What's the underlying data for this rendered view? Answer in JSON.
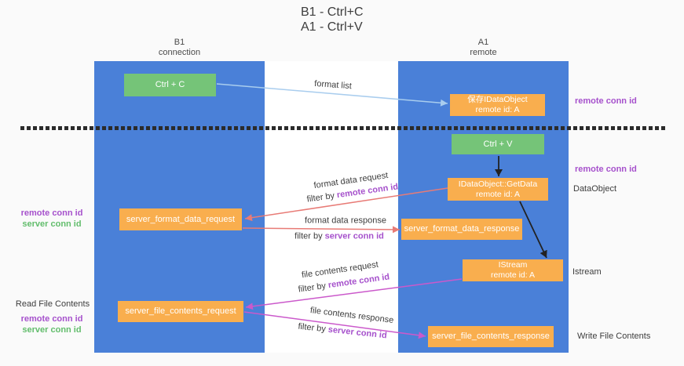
{
  "title": {
    "line1": "B1 - Ctrl+C",
    "line2": "A1 - Ctrl+V"
  },
  "lanes": {
    "left": {
      "title": "B1",
      "subtitle": "connection"
    },
    "right": {
      "title": "A1",
      "subtitle": "remote"
    }
  },
  "nodes": {
    "ctrl_c": {
      "label": "Ctrl + C"
    },
    "ctrl_v": {
      "label": "Ctrl + V"
    },
    "save_dataobject": {
      "line1": "保存IDataObject",
      "line2": "remote id: A"
    },
    "getdata": {
      "line1": "IDataObject::GetData",
      "line2": "remote id: A"
    },
    "istream": {
      "line1": "IStream",
      "line2": "remote id: A"
    },
    "format_request": {
      "label": "server_format_data_request"
    },
    "format_response": {
      "label": "server_format_data_response"
    },
    "file_request": {
      "label": "server_file_contents_request"
    },
    "file_response": {
      "label": "server_file_contents_response"
    }
  },
  "flow_labels": {
    "format_list": "format list",
    "format_data_request": "format data request",
    "format_data_response": "format data response",
    "file_contents_request": "file contents request",
    "file_contents_response": "file contents response",
    "filter_by": "filter by ",
    "remote_conn_id": "remote conn id",
    "server_conn_id": "server conn id"
  },
  "side_labels": {
    "remote_conn_id": "remote conn id",
    "server_conn_id": "server conn id",
    "dataobject": "DataObject",
    "istream": "Istream",
    "read_file_contents": "Read File Contents",
    "write_file_contents": "Write File Contents"
  },
  "colors": {
    "lane_blue": "#4a80d8",
    "node_orange": "#f9ae4e",
    "node_green": "#75c478",
    "arrow_blue": "#a9cdee",
    "arrow_salmon": "#e87b76",
    "arrow_magenta": "#cb59cb",
    "label_purple": "#a651cc",
    "label_green": "#62bd6c",
    "text_dark": "#3d3d3d"
  }
}
